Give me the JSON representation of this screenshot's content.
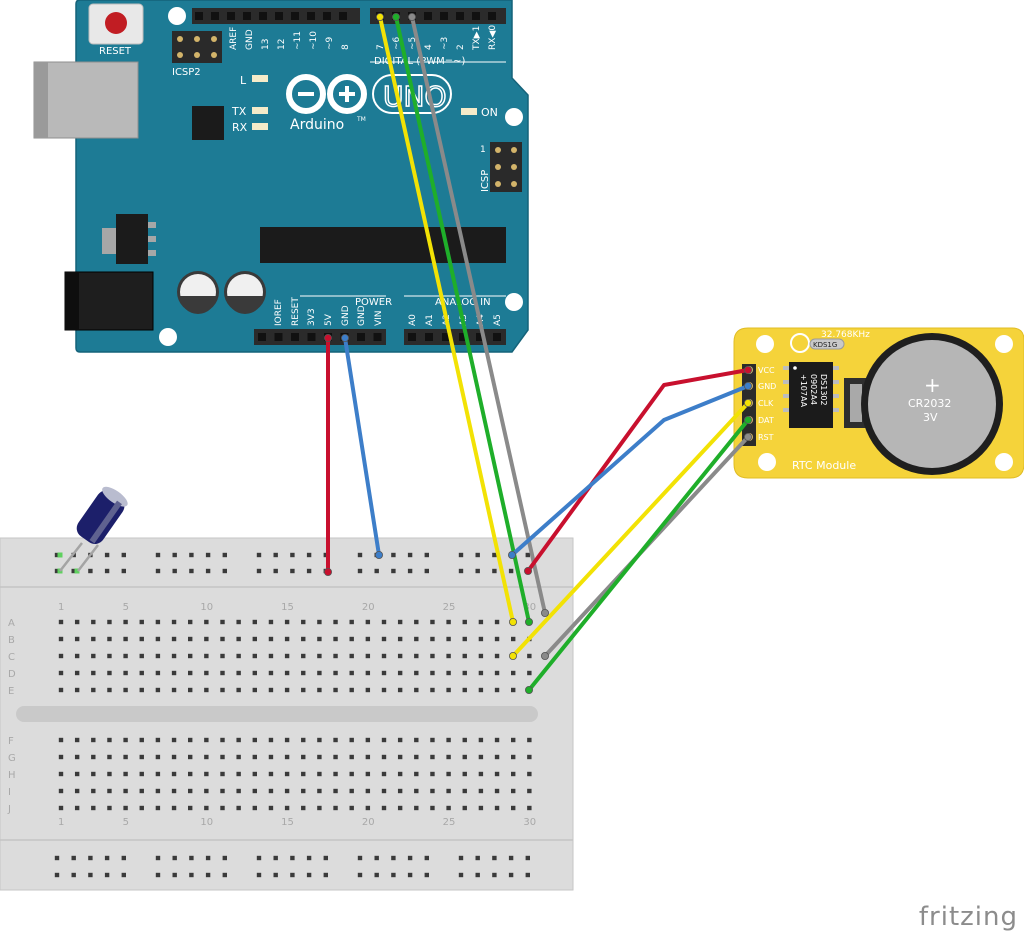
{
  "arduino": {
    "reset_label": "RESET",
    "icsp2_label": "ICSP2",
    "icsp_label": "ICSP",
    "icsp_pin1": "1",
    "l_label": "L",
    "tx_label": "TX",
    "rx_label": "RX",
    "on_label": "ON",
    "brand": "Arduino",
    "tm": "TM",
    "uno": "UNO",
    "digital_label": "DIGITAL (PWM=~)",
    "power_label": "POWER",
    "analog_label": "ANALOG IN",
    "top_pins": [
      "AREF",
      "GND",
      "13",
      "12",
      "~11",
      "~10",
      "~9",
      "8",
      "7",
      "~6",
      "~5",
      "4",
      "~3",
      "2",
      "TX▶1",
      "RX◀0"
    ],
    "bottom_pins": [
      "IOREF",
      "RESET",
      "3V3",
      "5V",
      "GND",
      "GND",
      "VIN"
    ],
    "analog_pins": [
      "A0",
      "A1",
      "A2",
      "A3",
      "A4",
      "A5"
    ]
  },
  "rtc": {
    "freq": "32.768KHz",
    "crystal": "KDS1G",
    "pins": [
      "VCC",
      "GND",
      "CLK",
      "DAT",
      "RST"
    ],
    "chip_lines": [
      "DS1302",
      "0902A4",
      "+107AA"
    ],
    "battery_plus": "+",
    "battery_name": "CR2032",
    "battery_voltage": "3V",
    "module_label": "RTC Module"
  },
  "breadboard": {
    "col_numbers": [
      "1",
      "5",
      "10",
      "15",
      "20",
      "25",
      "30"
    ],
    "rows_top": [
      "A",
      "B",
      "C",
      "D",
      "E"
    ],
    "rows_bottom": [
      "F",
      "G",
      "H",
      "I",
      "J"
    ]
  },
  "wire_colors": {
    "red": "#c8102e",
    "blue": "#3d7ec9",
    "yellow": "#f2e205",
    "green": "#1fae2a",
    "gray": "#8a8a8a"
  },
  "board_color": "#1d7b95",
  "rtc_color": "#f5d33a",
  "footer": {
    "brand": "fritzing"
  }
}
